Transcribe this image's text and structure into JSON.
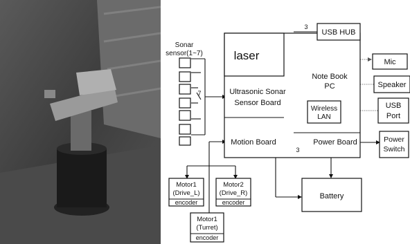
{
  "diagram": {
    "sonar_label_line1": "Sonar",
    "sonar_label_line2": "sensor(1~7)",
    "laser": "laser",
    "usb_hub": "USB HUB",
    "notebook_line1": "Note Book",
    "notebook_line2": "PC",
    "wireless_line1": "Wireless",
    "wireless_line2": "LAN",
    "mic": "Mic",
    "speaker": "Speaker",
    "usb_port_line1": "USB",
    "usb_port_line2": "Port",
    "power_switch_line1": "Power",
    "power_switch_line2": "Switch",
    "ultrasonic_line1": "Ultrasonic Sonar",
    "ultrasonic_line2": "Sensor Board",
    "motion_board": "Motion Board",
    "power_board": "Power Board",
    "battery": "Battery",
    "motor1_line1": "Motor1",
    "motor1_line2": "(Drive_L)",
    "motor1_encoder": "encoder",
    "motor2_line1": "Motor2",
    "motor2_line2": "(Drive_R)",
    "motor2_encoder": "encoder",
    "motor3_line1": "Motor1",
    "motor3_line2": "(Turret)",
    "motor3_encoder": "encoder",
    "bus_label_3_top": "3",
    "bus_label_7": "7",
    "bus_label_3_bottom": "3"
  }
}
